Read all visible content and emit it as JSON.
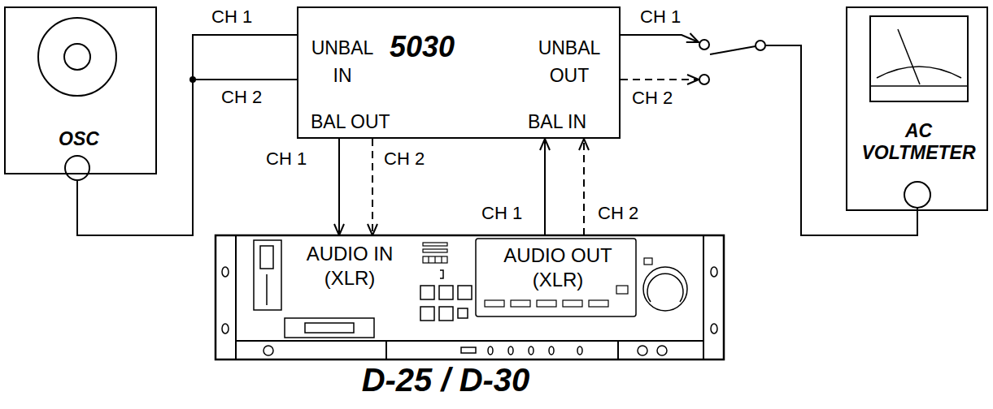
{
  "diagram": {
    "nodes": [
      {
        "text": [
          "OSC"
        ]
      },
      {
        "text": [
          "UNBAL IN",
          "5030",
          "UNBAL OUT",
          "BAL OUT",
          "BAL IN"
        ]
      },
      {
        "text": [
          "AC VOLTMETER"
        ]
      },
      {
        "text": [
          "AUDIO IN (XLR)",
          "AUDIO OUT (XLR)",
          "D-25 / D-30"
        ]
      }
    ],
    "edges": [
      {
        "from": 0,
        "to": 1,
        "arrow": "none",
        "label": "CH 1"
      },
      {
        "from": 0,
        "to": 1,
        "arrow": "none",
        "label": "CH 2"
      },
      {
        "from": 1,
        "to": 2,
        "arrow": "to",
        "label": "CH 1"
      },
      {
        "from": 1,
        "to": 2,
        "arrow": "to",
        "label": "CH 2"
      },
      {
        "from": 1,
        "to": 3,
        "arrow": "to",
        "label": "CH 1"
      },
      {
        "from": 1,
        "to": 3,
        "arrow": "to",
        "label": "CH 2"
      },
      {
        "from": 3,
        "to": 1,
        "arrow": "to",
        "label": "CH 1"
      },
      {
        "from": 3,
        "to": 1,
        "arrow": "to",
        "label": "CH 2"
      }
    ]
  }
}
